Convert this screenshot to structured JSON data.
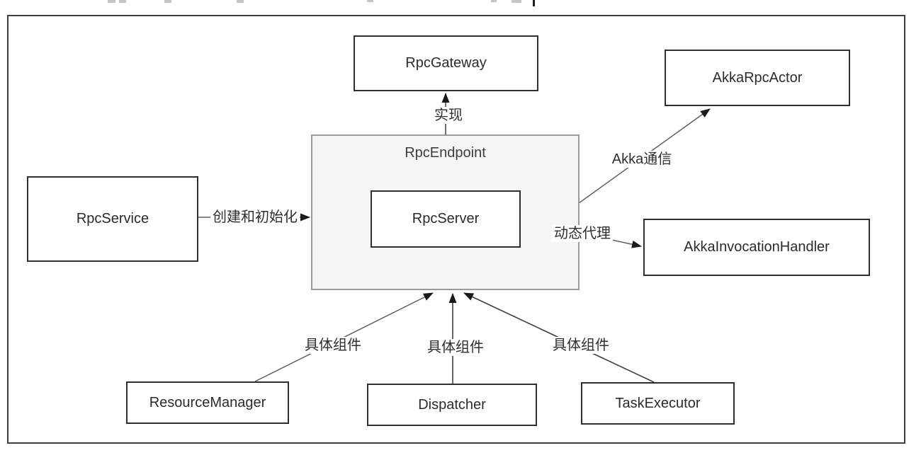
{
  "diagram": {
    "nodes": {
      "rpc_gateway": {
        "label": "RpcGateway"
      },
      "akka_rpc_actor": {
        "label": "AkkaRpcActor"
      },
      "rpc_service": {
        "label": "RpcService"
      },
      "rpc_endpoint": {
        "label": "RpcEndpoint"
      },
      "rpc_server": {
        "label": "RpcServer"
      },
      "akka_invocation_handler": {
        "label": "AkkaInvocationHandler"
      },
      "resource_manager": {
        "label": "ResourceManager"
      },
      "dispatcher": {
        "label": "Dispatcher"
      },
      "task_executor": {
        "label": "TaskExecutor"
      }
    },
    "edges": {
      "implement": {
        "label": "实现"
      },
      "akka_communication": {
        "label": "Akka通信"
      },
      "dynamic_proxy": {
        "label": "动态代理"
      },
      "create_and_init": {
        "label": "创建和初始化"
      },
      "concrete_component_1": {
        "label": "具体组件"
      },
      "concrete_component_2": {
        "label": "具体组件"
      },
      "concrete_component_3": {
        "label": "具体组件"
      }
    },
    "colors": {
      "frame_border": "#3f3f3f",
      "node_border": "#2f2f2f",
      "container_fill": "#f5f5f5",
      "container_border": "#9a9a9a",
      "edge_line": "#555555",
      "arrowhead": "#1a1a1a",
      "text": "#2b2b2b"
    }
  }
}
